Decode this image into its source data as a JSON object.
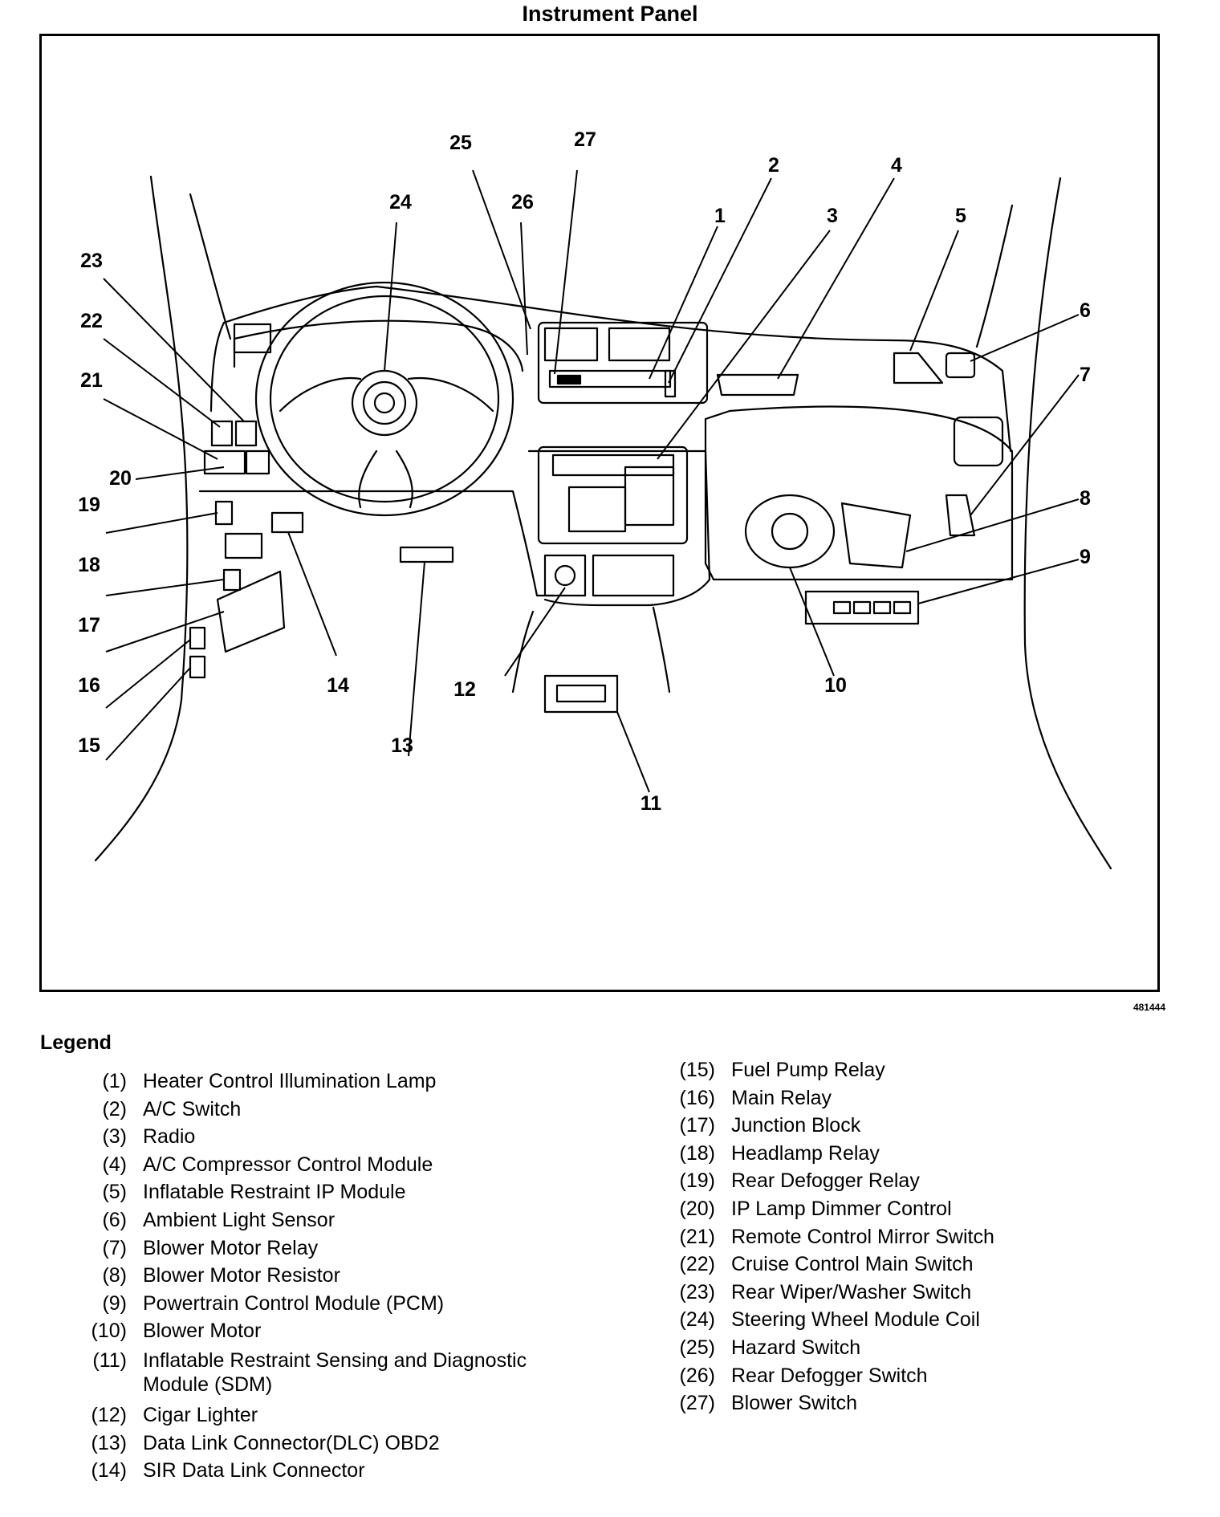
{
  "title": "Instrument Panel",
  "figure_id": "481444",
  "callouts": [
    "1",
    "2",
    "3",
    "4",
    "5",
    "6",
    "7",
    "8",
    "9",
    "10",
    "11",
    "12",
    "13",
    "14",
    "15",
    "16",
    "17",
    "18",
    "19",
    "20",
    "21",
    "22",
    "23",
    "24",
    "25",
    "26",
    "27"
  ],
  "legend": {
    "heading": "Legend",
    "left": [
      {
        "num": "(1)",
        "name": "Heater Control Illumination Lamp"
      },
      {
        "num": "(2)",
        "name": "A/C Switch"
      },
      {
        "num": "(3)",
        "name": "Radio"
      },
      {
        "num": "(4)",
        "name": "A/C Compressor Control Module"
      },
      {
        "num": "(5)",
        "name": "Inflatable Restraint IP Module"
      },
      {
        "num": "(6)",
        "name": "Ambient Light Sensor"
      },
      {
        "num": "(7)",
        "name": "Blower Motor Relay"
      },
      {
        "num": "(8)",
        "name": "Blower Motor Resistor"
      },
      {
        "num": "(9)",
        "name": "Powertrain Control Module (PCM)"
      },
      {
        "num": "(10)",
        "name": "Blower Motor"
      },
      {
        "num": "(11)",
        "name": "Inflatable Restraint Sensing and Diagnostic Module (SDM)"
      },
      {
        "num": "(12)",
        "name": "Cigar Lighter"
      },
      {
        "num": "(13)",
        "name": "Data Link Connector(DLC) OBD2"
      },
      {
        "num": "(14)",
        "name": "SIR Data Link Connector"
      }
    ],
    "right": [
      {
        "num": "(15)",
        "name": "Fuel Pump Relay"
      },
      {
        "num": "(16)",
        "name": "Main Relay"
      },
      {
        "num": "(17)",
        "name": "Junction Block"
      },
      {
        "num": "(18)",
        "name": "Headlamp Relay"
      },
      {
        "num": "(19)",
        "name": "Rear Defogger Relay"
      },
      {
        "num": "(20)",
        "name": "IP Lamp Dimmer Control"
      },
      {
        "num": "(21)",
        "name": "Remote Control Mirror Switch"
      },
      {
        "num": "(22)",
        "name": "Cruise Control Main Switch"
      },
      {
        "num": "(23)",
        "name": "Rear Wiper/Washer Switch"
      },
      {
        "num": "(24)",
        "name": "Steering Wheel Module Coil"
      },
      {
        "num": "(25)",
        "name": "Hazard Switch"
      },
      {
        "num": "(26)",
        "name": "Rear Defogger Switch"
      },
      {
        "num": "(27)",
        "name": "Blower Switch"
      }
    ]
  }
}
